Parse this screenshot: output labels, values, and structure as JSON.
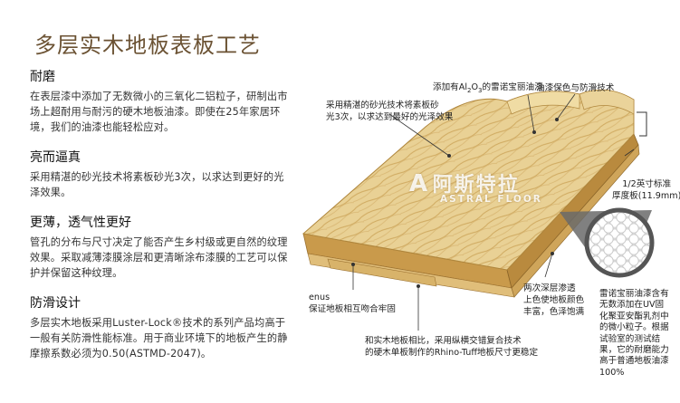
{
  "title": "多层实木地板表板工艺",
  "features": [
    {
      "heading": "耐磨",
      "lines": [
        "在表层漆中添加了无数微小的三氧化二铝粒子，研制出市",
        "场上超耐用与耐污的硬木地板油漆。即使在25年家居环",
        "境，我们的油漆也能轻松应对。"
      ]
    },
    {
      "heading": "亮而逼真",
      "lines": [
        "采用精湛的砂光技术将素板砂光3次，以求达到更好的光",
        "泽效果。"
      ]
    },
    {
      "heading": "更薄，透气性更好",
      "lines": [
        "管孔的分布与尺寸决定了能否产生乡村级或更自然的纹理",
        "效果。采取减薄漆膜涂层和更清晰涂布漆膜的工艺可以保",
        "护并保留这种纹理。"
      ]
    },
    {
      "heading": "防滑设计",
      "lines": [
        "多层实木地板采用Luster-Lock®技术的系列产品均高于",
        "一般有关防滑性能标准。用于商业环境下的地板产生的静",
        "摩擦系数必须为0.50(ASTMD-2047)。"
      ]
    }
  ],
  "callouts": {
    "al2o3": {
      "pre": "添加有Al",
      "sub1": "2",
      "mid": "O",
      "sub2": "3",
      "post": "的雷诺宝丽油漆"
    },
    "protect": "油漆保色与防滑技术",
    "sanding": [
      "采用精湛的砂光技术将素板砂",
      "光3次，以求达到最好的光泽效果"
    ],
    "thickness": [
      "1/2英寸标准",
      "厚度板(11.9mm)"
    ],
    "tongue": [
      "enus",
      "保证地板相互吻合牢固"
    ],
    "stain": [
      "两次深层渗透",
      "上色使地板颜色",
      "丰富，色泽饱满"
    ],
    "rhino": [
      "和实木地板相比，采用纵横交错复合技术",
      "的硬木单板制作的Rhino-Tuff地板尺寸更稳定"
    ],
    "micro": [
      "雷诺宝丽油漆含有",
      "无数添加在UV固",
      "化聚亚安酯乳剂中",
      "的微小粒子。根据",
      "试验室的测试结",
      "果，它的耐磨能力",
      "高于普通地板油漆",
      "100%"
    ]
  },
  "watermark": {
    "logo": "A",
    "cn": "阿斯特拉",
    "en": "ASTRAL FLOOR"
  },
  "colors": {
    "title": "#6b5233",
    "wood_top": "#e8cf8e",
    "wood_grain": "#c9a25a",
    "wood_side": "#b98a3e"
  }
}
